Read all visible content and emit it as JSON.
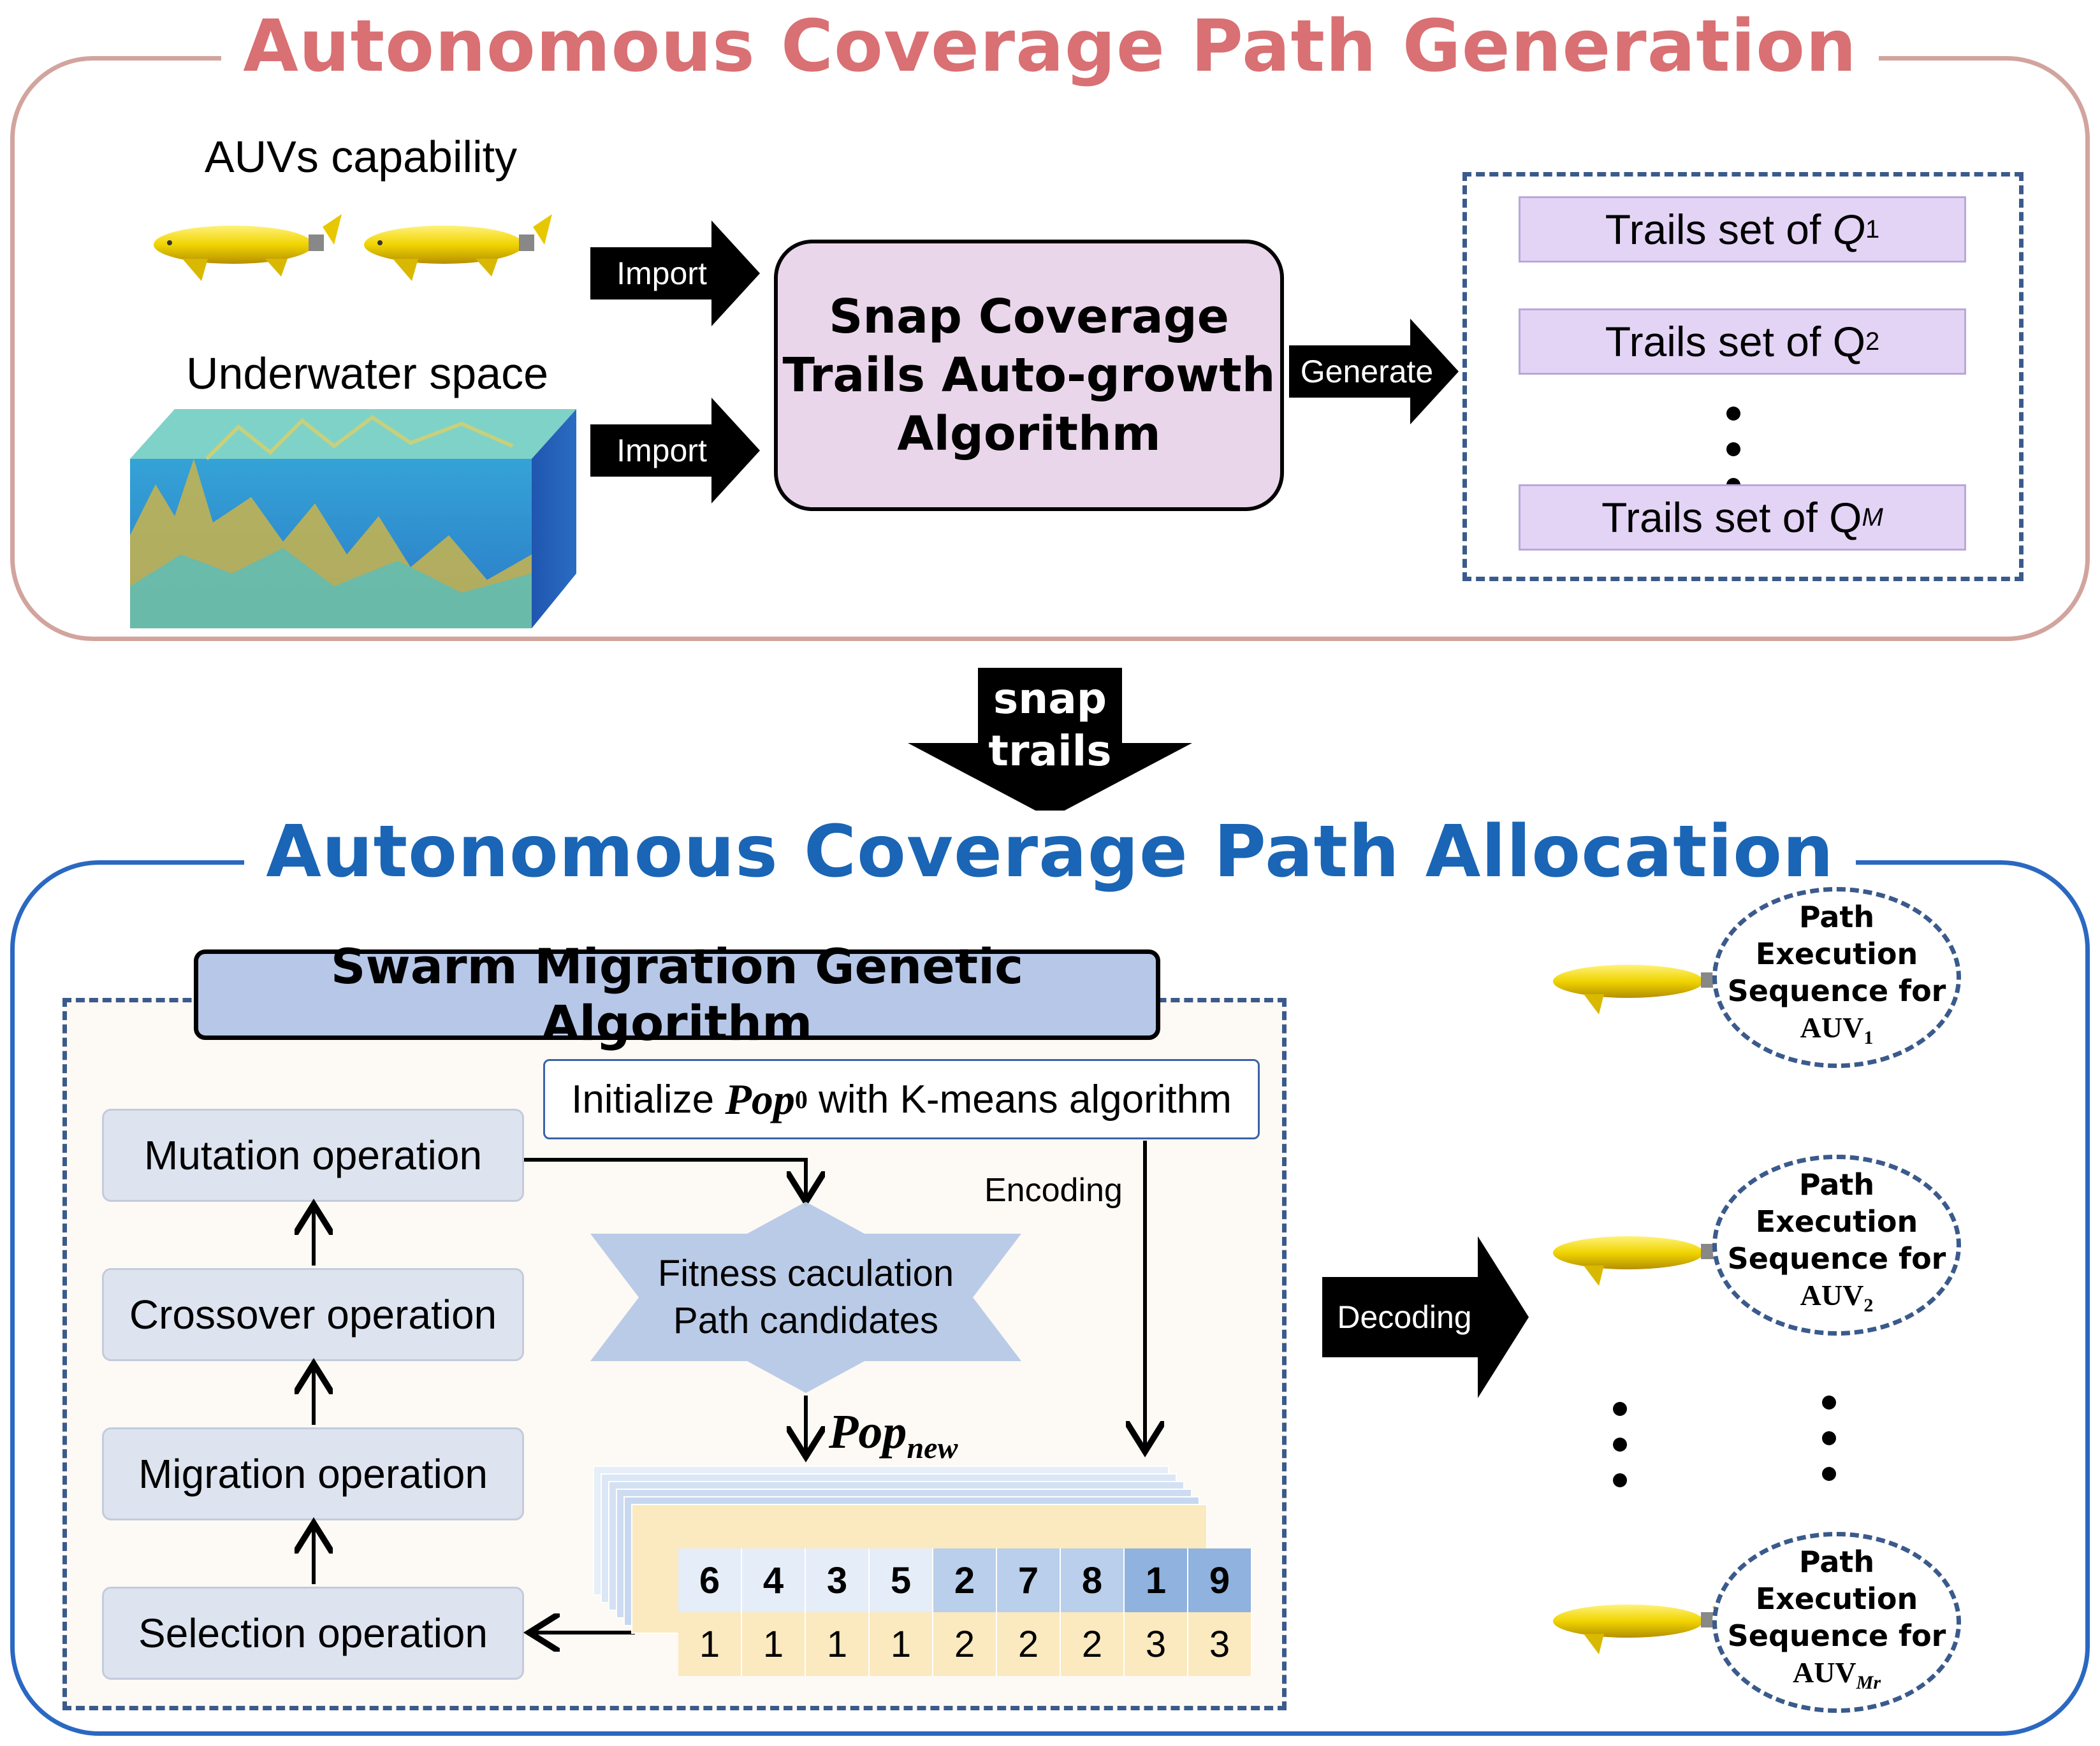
{
  "top": {
    "title": "Autonomous Coverage Path Generation",
    "auv_label": "AUVs capability",
    "space_label": "Underwater space",
    "import_1": "Import",
    "import_2": "Import",
    "algorithm_box": [
      "Snap Coverage",
      "Trails Auto-growth",
      "Algorithm"
    ],
    "generate_label": "Generate",
    "trails": [
      {
        "prefix": "Trails set of ",
        "var": "Q",
        "sub": "1"
      },
      {
        "prefix": "Trails set of ",
        "var": "Q",
        "sub": "2"
      },
      {
        "prefix": "Trails set of ",
        "var": "Q",
        "sub": "M"
      }
    ]
  },
  "middle_arrow": [
    "snap",
    "trails"
  ],
  "bottom": {
    "title": "Autonomous Coverage Path Allocation",
    "smga_title": "Swarm Migration Genetic Algorithm",
    "init_prefix": "Initialize ",
    "init_var": "Pop",
    "init_sub": "0",
    "init_suffix": " with K-means algorithm",
    "ops": [
      "Mutation operation",
      "Crossover operation",
      "Migration operation",
      "Selection operation"
    ],
    "fitness": [
      "Fitness caculation",
      "Path candidates"
    ],
    "encoding": "Encoding",
    "popnew_var": "Pop",
    "popnew_sub": "new",
    "decoding": "Decoding",
    "sequence_top": [
      6,
      4,
      3,
      5,
      2,
      7,
      8,
      1,
      9
    ],
    "sequence_bottom": [
      1,
      1,
      1,
      1,
      2,
      2,
      2,
      3,
      3
    ],
    "path_exec": [
      {
        "line1": "Path Execution",
        "line2": "Sequence for",
        "auv": "AUV",
        "sub": "1"
      },
      {
        "line1": "Path Execution",
        "line2": "Sequence for",
        "auv": "AUV",
        "sub": "2"
      },
      {
        "line1": "Path Execution",
        "line2": "Sequence for",
        "auv": "AUV",
        "sub": "Mr"
      }
    ]
  },
  "colors": {
    "top_title": "#d97073",
    "bottom_title": "#1a65b5",
    "top_border": "#d2a49e",
    "bottom_border": "#2a68c2",
    "dashed": "#3b5a8c",
    "purple_box": "#e3d4f6",
    "algo_box": "#ead6ea",
    "smga_header": "#b7c7e8"
  }
}
